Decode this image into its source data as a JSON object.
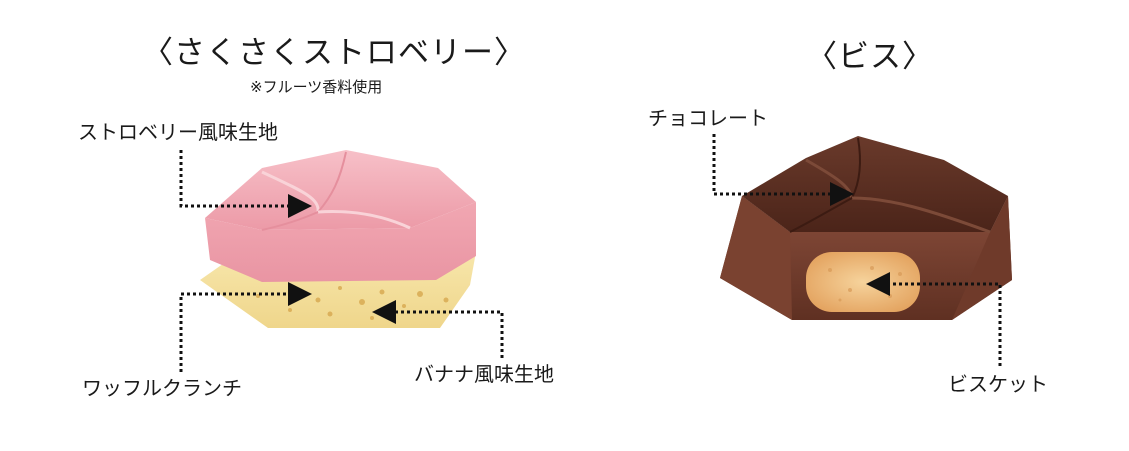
{
  "left": {
    "title": "〈さくさくストロベリー〉",
    "note": "※フルーツ香料使用",
    "labels": {
      "top": "ストロベリー風味生地",
      "bottom_left": "ワッフルクランチ",
      "bottom_right": "バナナ風味生地"
    }
  },
  "right": {
    "title": "〈ビス〉",
    "labels": {
      "top": "チョコレート",
      "bottom": "ビスケット"
    }
  },
  "colors": {
    "strawberry": "#f2aab4",
    "banana": "#f3df9a",
    "chocolate": "#5a2e20",
    "biscuit": "#efb877",
    "text": "#1a1a1a"
  }
}
